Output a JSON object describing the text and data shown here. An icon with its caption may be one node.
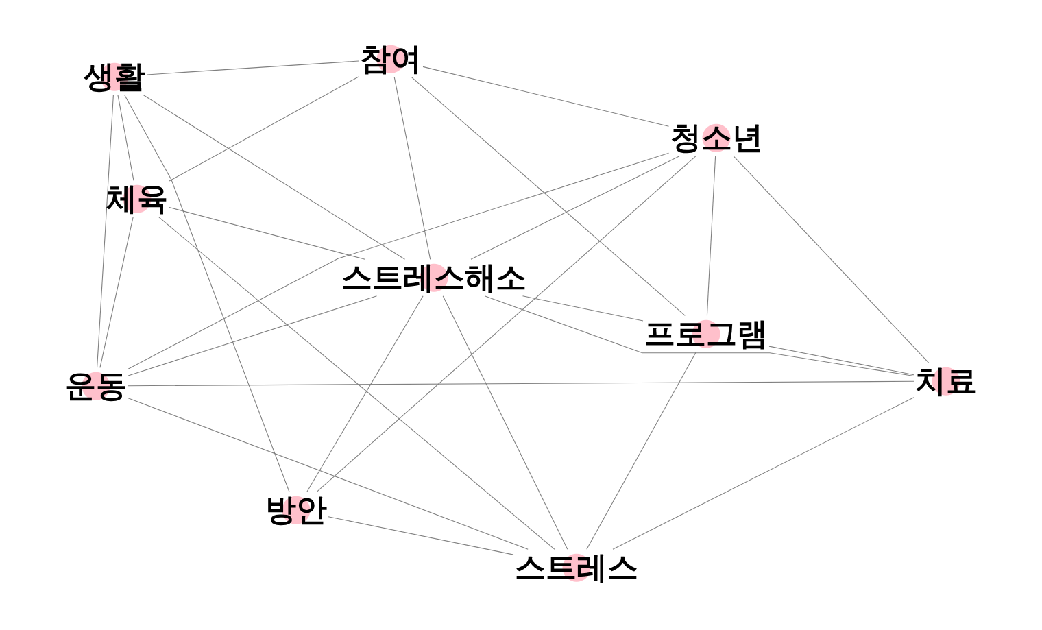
{
  "diagram": {
    "nodes": [
      {
        "text": [
          "생활"
        ]
      },
      {
        "text": [
          "참여"
        ]
      },
      {
        "text": [
          "청소년"
        ]
      },
      {
        "text": [
          "체육"
        ]
      },
      {
        "text": [
          "스트레스해소"
        ]
      },
      {
        "text": [
          "프로그램"
        ]
      },
      {
        "text": [
          "운동"
        ]
      },
      {
        "text": [
          "치료"
        ]
      },
      {
        "text": [
          "방안"
        ]
      },
      {
        "text": [
          "스트레스"
        ]
      }
    ],
    "edges": [
      {
        "from": 0,
        "to": 1,
        "arrow": "none"
      },
      {
        "from": 0,
        "to": 3,
        "arrow": "none"
      },
      {
        "from": 0,
        "to": 4,
        "arrow": "none"
      },
      {
        "from": 0,
        "to": 6,
        "arrow": "none"
      },
      {
        "from": 0,
        "to": 8,
        "arrow": "none"
      },
      {
        "from": 1,
        "to": 2,
        "arrow": "none"
      },
      {
        "from": 1,
        "to": 3,
        "arrow": "none"
      },
      {
        "from": 1,
        "to": 4,
        "arrow": "none"
      },
      {
        "from": 1,
        "to": 5,
        "arrow": "none"
      },
      {
        "from": 2,
        "to": 4,
        "arrow": "none"
      },
      {
        "from": 2,
        "to": 5,
        "arrow": "none"
      },
      {
        "from": 2,
        "to": 6,
        "arrow": "none"
      },
      {
        "from": 2,
        "to": 7,
        "arrow": "none"
      },
      {
        "from": 2,
        "to": 8,
        "arrow": "none"
      },
      {
        "from": 3,
        "to": 4,
        "arrow": "none"
      },
      {
        "from": 3,
        "to": 6,
        "arrow": "none"
      },
      {
        "from": 3,
        "to": 9,
        "arrow": "none"
      },
      {
        "from": 4,
        "to": 5,
        "arrow": "none"
      },
      {
        "from": 4,
        "to": 6,
        "arrow": "none"
      },
      {
        "from": 4,
        "to": 7,
        "arrow": "none"
      },
      {
        "from": 4,
        "to": 8,
        "arrow": "none"
      },
      {
        "from": 4,
        "to": 9,
        "arrow": "none"
      },
      {
        "from": 5,
        "to": 7,
        "arrow": "none"
      },
      {
        "from": 5,
        "to": 9,
        "arrow": "none"
      },
      {
        "from": 6,
        "to": 7,
        "arrow": "none"
      },
      {
        "from": 6,
        "to": 9,
        "arrow": "none"
      },
      {
        "from": 7,
        "to": 9,
        "arrow": "none"
      },
      {
        "from": 8,
        "to": 9,
        "arrow": "none"
      }
    ]
  }
}
